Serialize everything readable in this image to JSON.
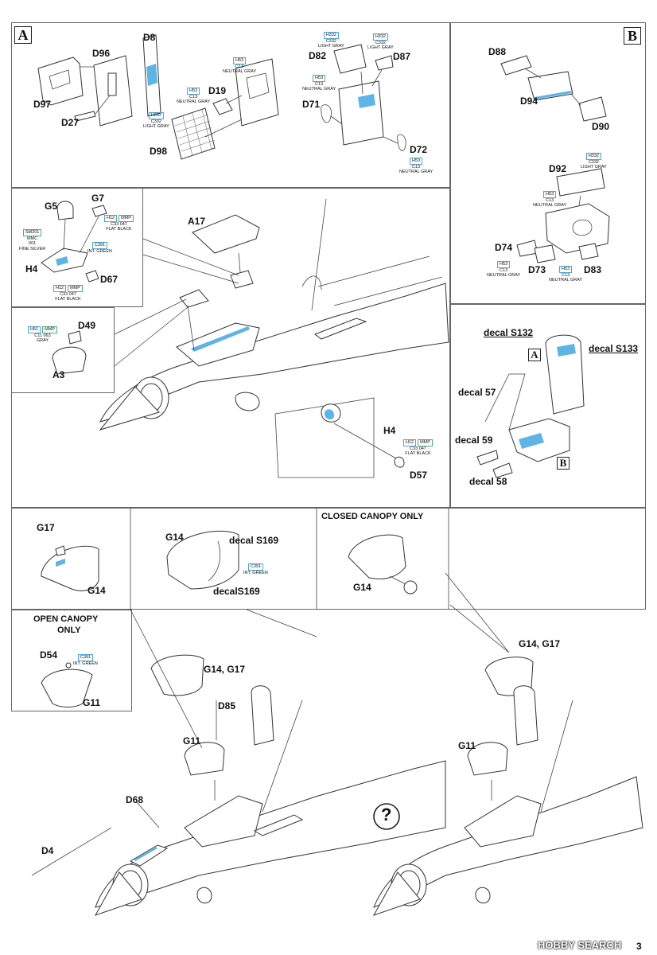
{
  "sections": {
    "a": "A",
    "b": "B"
  },
  "titles": {
    "closed_canopy": "CLOSED CANOPY ONLY",
    "open_canopy_1": "OPEN CANOPY",
    "open_canopy_2": "ONLY"
  },
  "labels": {
    "d8": "D8",
    "d96": "D96",
    "d97": "D97",
    "d27": "D27",
    "d19": "D19",
    "d98": "D98",
    "d82": "D82",
    "d87": "D87",
    "d71": "D71",
    "d72": "D72",
    "d88": "D88",
    "d94": "D94",
    "d90": "D90",
    "d92": "D92",
    "d74": "D74",
    "d73": "D73",
    "d83": "D83",
    "g5": "G5",
    "g7": "G7",
    "h4": "H4",
    "d67": "D67",
    "d49": "D49",
    "a3": "A3",
    "a17": "A17",
    "h4b": "H4",
    "d57": "D57",
    "s132": "decal S132",
    "s133": "decal S133",
    "d57decal": "decal 57",
    "d59decal": "decal 59",
    "d58decal": "decal 58",
    "g17": "G17",
    "g14a": "G14",
    "g14b": "G14",
    "s169a": "decal S169",
    "s169b": "decalS169",
    "g14c": "G14",
    "d54": "D54",
    "g11a": "G11",
    "g14g17a": "G14, G17",
    "d85": "D85",
    "g11b": "G11",
    "d68": "D68",
    "d4": "D4",
    "g14g17b": "G14, G17",
    "g11c": "G11",
    "question": "?"
  },
  "paints": {
    "d19": [
      "H53",
      "C13",
      "NEUTRAL GRAY"
    ],
    "d19b": [
      "H53",
      "C13",
      "NEUTRAL GRAY"
    ],
    "d98": [
      "H332",
      "C332",
      "LIGHT GRAY"
    ],
    "d82": [
      "H332",
      "C332",
      "LIGHT GRAY"
    ],
    "d87": [
      "H332",
      "C332",
      "LIGHT GRAY"
    ],
    "d71": [
      "H53",
      "C13",
      "NEUTRAL GRAY"
    ],
    "d72": [
      "H53",
      "C13",
      "NEUTRAL GRAY"
    ],
    "d92": [
      "H332",
      "C332",
      "LIGHT GRAY"
    ],
    "d92b": [
      "H53",
      "C13",
      "NEUTRAL GRAY"
    ],
    "d74": [
      "H53",
      "C13",
      "NEUTRAL GRAY"
    ],
    "d83": [
      "H53",
      "C13",
      "NEUTRAL GRAY"
    ],
    "g7": [
      "H12",
      "MMP",
      "C33",
      "047",
      "FLAT BLACK"
    ],
    "g5": [
      "SM201",
      "MMC",
      "001",
      "FINE SILVER"
    ],
    "h4": [
      "C391",
      "INT. GREEN"
    ],
    "h4b": [
      "H12",
      "MMP",
      "C33",
      "047",
      "FLAT BLACK"
    ],
    "d49": [
      "H51",
      "MMP",
      "C11",
      "063",
      "GRAY"
    ],
    "h4c": [
      "H12",
      "MMP",
      "C33",
      "047",
      "FLAT BLACK"
    ],
    "g14": [
      "C391",
      "INT. GREEN"
    ],
    "d54": [
      "C391",
      "INT. GREEN"
    ]
  },
  "watermark": "HOBBY SEARCH",
  "page_number": "3",
  "colors": {
    "accent_blue": "#5fb4e5",
    "frame": "#666666",
    "line": "#444444",
    "paint_green": "#49b07a"
  }
}
